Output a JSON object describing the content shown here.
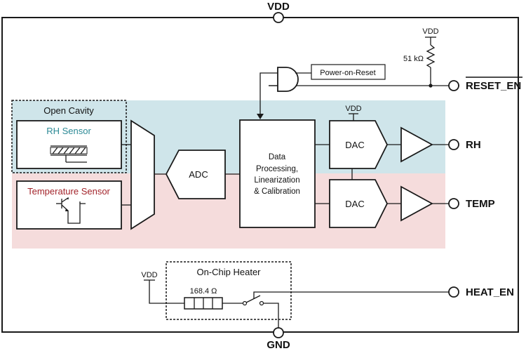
{
  "pins": {
    "vdd": "VDD",
    "gnd": "GND",
    "reset_en": "RESET_EN",
    "rh": "RH",
    "temp": "TEMP",
    "heat_en": "HEAT_EN"
  },
  "blocks": {
    "open_cavity": "Open Cavity",
    "rh_sensor": "RH Sensor",
    "temp_sensor": "Temperature Sensor",
    "adc": "ADC",
    "processing": [
      "Data",
      "Processing,",
      "Linearization",
      "& Calibration"
    ],
    "dac_rh": "DAC",
    "dac_temp": "DAC",
    "power_on_reset": "Power-on-Reset",
    "heater": "On-Chip Heater"
  },
  "components": {
    "pullup_vdd": "VDD",
    "pullup_resistor": "51 kΩ",
    "dac_vdd": "VDD",
    "heater_vdd": "VDD",
    "heater_resistor": "168.4 Ω"
  },
  "colors": {
    "rh_band": "#cfe5ea",
    "temp_band": "#f5dcdc",
    "rh_text": "#2c8a96",
    "temp_text": "#a3242b"
  }
}
